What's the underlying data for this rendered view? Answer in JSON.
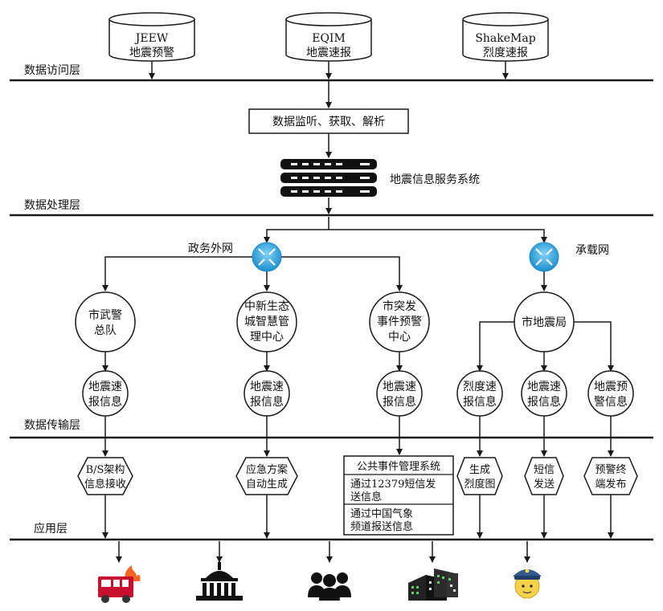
{
  "layers": {
    "access": "数据访问层",
    "processing": "数据处理层",
    "transmission": "数据传输层",
    "application": "应用层"
  },
  "sources": [
    {
      "line1": "JEEW",
      "line2": "地震预警"
    },
    {
      "line1": "EQIM",
      "line2": "地震速报"
    },
    {
      "line1": "ShakeMap",
      "line2": "烈度速报"
    }
  ],
  "monitor_box": "数据监听、获取、解析",
  "server_label": "地震信息服务系统",
  "networks": {
    "gov": "政务外网",
    "carrier": "承载网"
  },
  "agencies": [
    {
      "lines": [
        "市武警",
        "总队"
      ]
    },
    {
      "lines": [
        "中新生态",
        "城智慧管",
        "理中心"
      ]
    },
    {
      "lines": [
        "市突发",
        "事件预警",
        "中心"
      ]
    },
    {
      "lines": [
        "市地震局"
      ]
    }
  ],
  "messages": [
    {
      "lines": [
        "地震速",
        "报信息"
      ]
    },
    {
      "lines": [
        "地震速",
        "报信息"
      ]
    },
    {
      "lines": [
        "地震速",
        "报信息"
      ]
    },
    {
      "lines": [
        "烈度速",
        "报信息"
      ]
    },
    {
      "lines": [
        "地震速",
        "报信息"
      ]
    },
    {
      "lines": [
        "地震预",
        "警信息"
      ]
    }
  ],
  "apps": [
    {
      "lines": [
        "B/S架构",
        "信息接收"
      ]
    },
    {
      "lines": [
        "应急方案",
        "自动生成"
      ]
    },
    {
      "lines": [
        "生成",
        "烈度图"
      ]
    },
    {
      "lines": [
        "短信",
        "发送"
      ]
    },
    {
      "lines": [
        "预警终",
        "端发布"
      ]
    }
  ],
  "public_system": {
    "title": "公共事件管理系统",
    "row1": [
      "通过12379短信发",
      "送信息"
    ],
    "row2": [
      "通过中国气象",
      "频道报送信息"
    ]
  },
  "icons": [
    "fire-truck-icon",
    "government-building-icon",
    "people-group-icon",
    "city-buildings-icon",
    "police-officer-icon",
    "router-icon",
    "server-icon"
  ],
  "colors": {
    "line": "#1a1a1a",
    "router": "#2a9fd6",
    "fire": "#c8102e",
    "flame": "#f26522",
    "police_cap": "#2f5b8f",
    "police_face": "#f6d24a"
  }
}
